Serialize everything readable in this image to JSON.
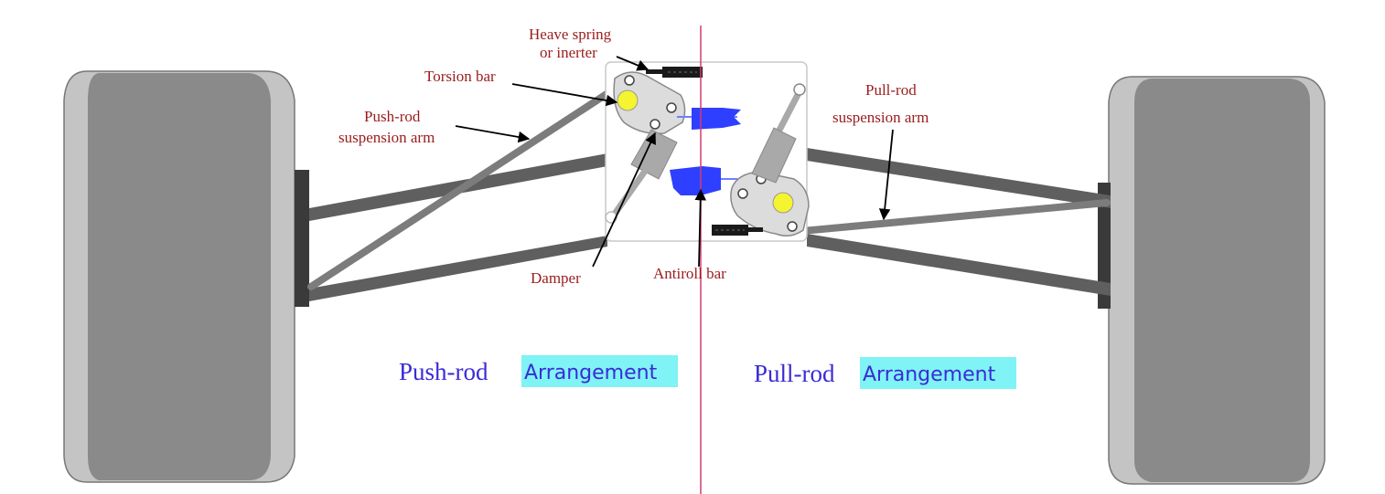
{
  "labels": {
    "heave_line1": "Heave spring",
    "heave_line2": "or inerter",
    "torsion_bar": "Torsion bar",
    "pushrod_line1": "Push-rod",
    "pushrod_line2": "suspension arm",
    "pullrod_line1": "Pull-rod",
    "pullrod_line2": "suspension arm",
    "damper": "Damper",
    "antiroll_bar": "Antiroll bar"
  },
  "arrangements": {
    "push_word": "Push-rod",
    "pull_word": "Pull-rod",
    "arrangement_word": "Arrangement"
  },
  "colors": {
    "label_text": "#9b1c1c",
    "arrangement_text": "#3a2bd6",
    "highlight": "#7ff3f5",
    "centerline": "#d43c6e",
    "tyre_dark": "#8a8a8a",
    "tyre_light": "#c4c4c4",
    "arm": "#5f5f5f",
    "pushrod": "#7c7c7c",
    "damper": "#a9a9a9",
    "antiroll": "#2f3fff",
    "torsion_bar": "#f4f430",
    "heave": "#1a1a1a"
  }
}
